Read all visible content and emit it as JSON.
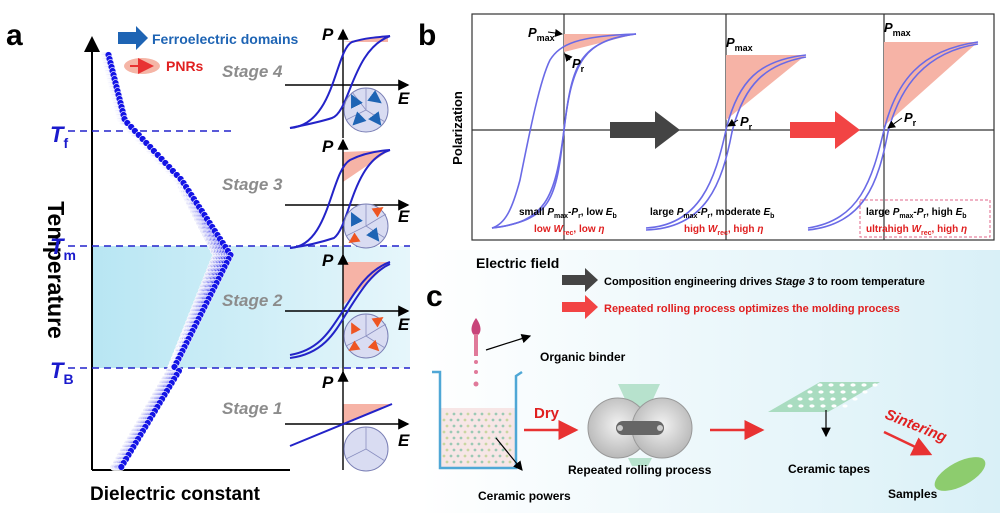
{
  "panels": {
    "a": "a",
    "b": "b",
    "c": "c"
  },
  "colors": {
    "domain_arrow": "#1e64b4",
    "pnr_arrow": "#e83232",
    "temp_line": "#1a1acc",
    "loop": "#2323c8",
    "loop_b": "#6a6ae6",
    "fill": "#f6b3a6",
    "band": "#bfeaf5",
    "stage_text": "#8c8c8c",
    "red_text": "#e02020",
    "dark_arrow": "#444444"
  },
  "panel_a": {
    "y_label": "Temperature",
    "x_label": "Dielectric constant",
    "legend_domains": "Ferroelectric domains",
    "legend_pnrs": "PNRs",
    "temps": [
      {
        "main": "T",
        "sub": "f"
      },
      {
        "main": "T",
        "sub": "m"
      },
      {
        "main": "T",
        "sub": "B"
      }
    ],
    "stages": [
      "Stage 4",
      "Stage 3",
      "Stage 2",
      "Stage 1"
    ],
    "axis_p": "P",
    "axis_e": "E"
  },
  "panel_b": {
    "y_label": "Polarization",
    "pmax_main": "P",
    "pmax_sub": "max",
    "pr_main": "P",
    "pr_sub": "r",
    "captions": [
      {
        "line1": [
          "small ",
          "P",
          "max",
          "-",
          "P",
          "r",
          ", low ",
          "E",
          "b"
        ],
        "line2": [
          "low ",
          "W",
          "rec",
          ", low ",
          "η"
        ]
      },
      {
        "line1": [
          "large ",
          "P",
          "max",
          "-",
          "P",
          "r",
          ", moderate ",
          "E",
          "b"
        ],
        "line2": [
          "high ",
          "W",
          "rec",
          ", high ",
          "η"
        ]
      },
      {
        "line1": [
          "large ",
          "P",
          "max",
          "-",
          "P",
          "r",
          ", high ",
          "E",
          "b"
        ],
        "line2": [
          "ultrahigh ",
          "W",
          "rec",
          ", high ",
          "η"
        ]
      }
    ]
  },
  "panel_c": {
    "electric_field": "Electric field",
    "legend1_pre": "Composition engineering drives ",
    "legend1_stage": "Stage 3",
    "legend1_post": " to room temperature",
    "legend2": "Repeated rolling process optimizes the molding process",
    "organic_binder": "Organic binder",
    "ceramic_powers": "Ceramic powers",
    "dry": "Dry",
    "rolling": "Repeated rolling process",
    "tapes": "Ceramic tapes",
    "sintering": "Sintering",
    "samples": "Samples"
  }
}
